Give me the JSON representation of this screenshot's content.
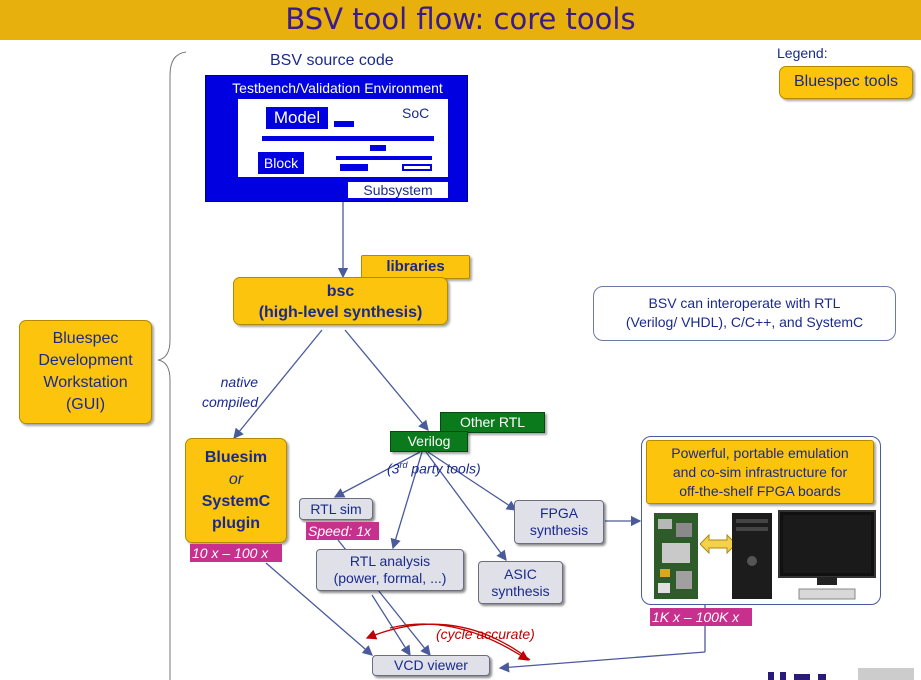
{
  "title": "BSV tool flow: core tools",
  "legend": {
    "label": "Legend:",
    "tools": "Bluespec tools"
  },
  "source": {
    "label": "BSV source code",
    "env": "Testbench/Validation Environment",
    "model": "Model",
    "soc": "SoC",
    "block": "Block",
    "subsystem": "Subsystem"
  },
  "libraries": "libraries",
  "bsc": {
    "line1": "bsc",
    "line2": "(high-level synthesis)"
  },
  "interop": {
    "line1": "BSV can interoperate with RTL",
    "line2": "(Verilog/ VHDL), C/C++, and SystemC"
  },
  "workstation": {
    "line1": "Bluespec",
    "line2": "Development",
    "line3": "Workstation",
    "line4": "(GUI)"
  },
  "native": {
    "line1": "native",
    "line2": "compiled"
  },
  "bluesim": {
    "line1": "Bluesim",
    "line2": "or",
    "line3": "SystemC",
    "line4": "plugin",
    "speed": "10 x – 100 x"
  },
  "other_rtl": "Other RTL",
  "verilog": "Verilog",
  "third_party": {
    "prefix": "(3",
    "sup": "rd",
    "suffix": " party tools)"
  },
  "rtl_sim": {
    "label": "RTL sim",
    "speed": "Speed: 1x"
  },
  "rtl_analysis": {
    "line1": "RTL analysis",
    "line2": "(power, formal, ...)"
  },
  "fpga_synth": {
    "line1": "FPGA",
    "line2": "synthesis"
  },
  "asic_synth": {
    "line1": "ASIC",
    "line2": "synthesis"
  },
  "emulation": {
    "line1": "Powerful, portable emulation",
    "line2": "and co-sim infrastructure for",
    "line3": "off-the-shelf FPGA boards",
    "speed": "1K x – 100K x"
  },
  "cycle_accurate": "(cycle accurate)",
  "vcd_viewer": "VCD viewer",
  "colors": {
    "title_bar": "#e8b00c",
    "title_text": "#3a1a8c",
    "bluespec_tool": "#fcc40c",
    "third_party_tool": "#dfe0e8",
    "rtl_green": "#0b7a1c",
    "speed_badge": "#c8308e",
    "source_blue": "#0000e0",
    "accent_red": "#c00000"
  }
}
